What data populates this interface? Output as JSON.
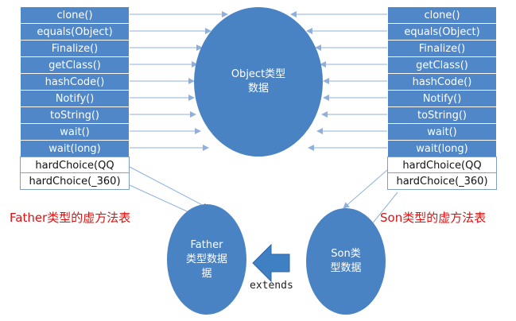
{
  "father_methods": {
    "virtual": [
      "clone()",
      "equals(Object)",
      "Finalize()",
      "getClass()",
      "hashCode()",
      "Notify()",
      "toString()",
      "wait()",
      "wait(long)"
    ],
    "own": [
      "hardChoice(QQ",
      "hardChoice(_360)"
    ]
  },
  "son_methods": {
    "virtual": [
      "clone()",
      "equals(Object)",
      "Finalize()",
      "getClass()",
      "hashCode()",
      "Notify()",
      "toString()",
      "wait()",
      "wait(long)"
    ],
    "own": [
      "hardChoice(QQ",
      "hardChoice(_360)"
    ]
  },
  "object_node": {
    "label": "Object类型\n数据"
  },
  "father_node": {
    "label": "Father\n类型数据\n据"
  },
  "son_node": {
    "label": "Son类\n型数据"
  },
  "father_table_label": "Father类型的虚方法表",
  "son_table_label": "Son类型的虚方法表",
  "extends_label": "extends",
  "colors": {
    "cell_blue": "#4f87c9",
    "node_blue": "#4a83c4",
    "line": "#8fb0dc",
    "label_red": "#e01010"
  }
}
